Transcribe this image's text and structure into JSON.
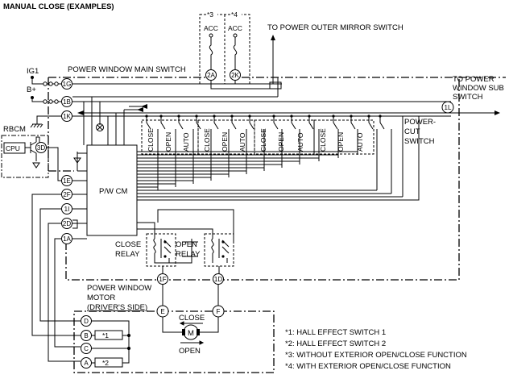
{
  "title": "MANUAL CLOSE (EXAMPLES)",
  "labels": {
    "ig1": "IG1",
    "b_plus": "B+",
    "rbcm": "RBCM",
    "cpu": "CPU",
    "pw_main_switch": "POWER WINDOW MAIN SWITCH",
    "to_mirror": "TO POWER OUTER MIRROR SWITCH",
    "to_sub_l1": "TO POWER",
    "to_sub_l2": "WINDOW SUB",
    "to_sub_l3": "SWITCH",
    "power_cut_l1": "POWER-",
    "power_cut_l2": "CUT",
    "power_cut_l3": "SWITCH",
    "pwcm": "P/W CM",
    "close_relay_l1": "CLOSE",
    "close_relay_l2": "RELAY",
    "open_relay_l1": "OPEN",
    "open_relay_l2": "RELAY",
    "motor_l1": "POWER WINDOW",
    "motor_l2": "MOTOR",
    "motor_l3": "(DRIVER'S SIDE)",
    "motor_symbol": "M",
    "motor_close": "CLOSE",
    "motor_open": "OPEN",
    "acc": "ACC",
    "ref3": "*3",
    "ref4": "*4",
    "ref1": "*1",
    "ref2": "*2"
  },
  "terminals": [
    "1G",
    "1B",
    "1K",
    "1L",
    "3D",
    "1E",
    "2F",
    "1I",
    "2D",
    "1A",
    "2A",
    "2K",
    "1F",
    "1D",
    "E",
    "F",
    "D",
    "B",
    "C",
    "A"
  ],
  "switch_groups": [
    [
      "CLOSE",
      "OPEN",
      "AUTO"
    ],
    [
      "CLOSE",
      "OPEN",
      "AUTO"
    ],
    [
      "CLOSE",
      "OPEN",
      "AUTO"
    ],
    [
      "CLOSE",
      "OPEN",
      "AUTO"
    ]
  ],
  "notes": [
    "*1: HALL EFFECT SWITCH 1",
    "*2: HALL EFFECT SWITCH 2",
    "*3: WITHOUT EXTERIOR OPEN/CLOSE FUNCTION",
    "*4: WITH EXTERIOR OPEN/CLOSE FUNCTION"
  ]
}
